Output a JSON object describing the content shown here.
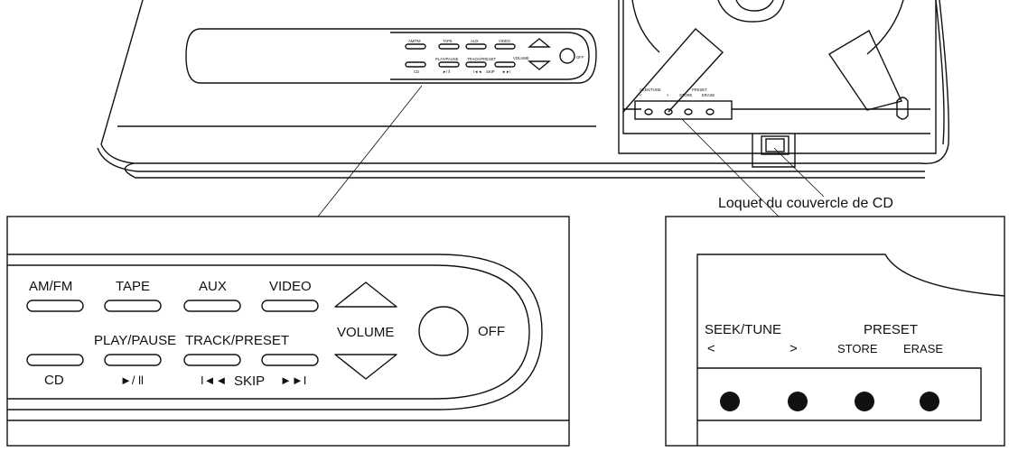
{
  "device_panel": {
    "am_fm": "AM/FM",
    "tape": "TAPE",
    "aux": "AUX",
    "video": "VIDEO",
    "cd": "CD",
    "play_pause": "PLAY/PAUSE",
    "play_pause_symbol": "►/ ll",
    "track_preset": "TRACK/PRESET",
    "skip": "SKIP",
    "skip_prev_symbol": "I◄◄",
    "skip_next_symbol": "►►I",
    "volume": "VOLUME",
    "off": "OFF"
  },
  "cd_panel": {
    "seek_tune": "SEEK/TUNE",
    "seek_back": "<",
    "seek_forward": ">",
    "preset": "PRESET",
    "store": "STORE",
    "erase": "ERASE"
  },
  "callout": {
    "cd_lid_latch": "Loquet du couvercle de CD"
  }
}
